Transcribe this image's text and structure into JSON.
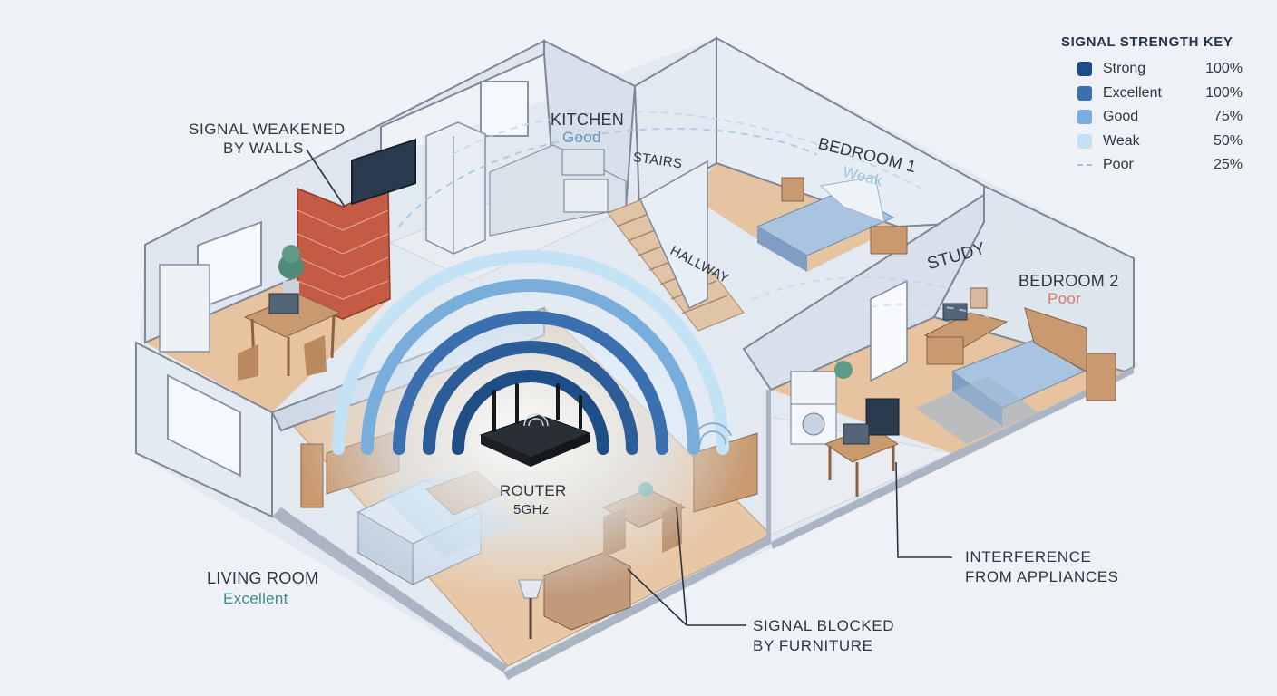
{
  "legend": {
    "title": "SIGNAL STRENGTH KEY",
    "items": [
      {
        "label": "Strong",
        "value": "100%",
        "color": "#1f4e86"
      },
      {
        "label": "Excellent",
        "value": "100%",
        "color": "#3b6fb0"
      },
      {
        "label": "Good",
        "value": "75%",
        "color": "#79aedc"
      },
      {
        "label": "Weak",
        "value": "50%",
        "color": "#c4e2f5"
      },
      {
        "label": "Poor",
        "value": "25%",
        "color": "#9cc3e0"
      }
    ]
  },
  "rooms": {
    "kitchen": {
      "name": "KITCHEN",
      "quality": "Good"
    },
    "bedroom1": {
      "name": "BEDROOM 1",
      "quality": "Weak"
    },
    "bedroom2": {
      "name": "BEDROOM 2",
      "quality": "Poor"
    },
    "living": {
      "name": "LIVING ROOM",
      "quality": "Excellent"
    },
    "stairs": {
      "name": "STAIRS"
    },
    "hallway": {
      "name": "HALLWAY"
    },
    "study": {
      "name": "STUDY"
    }
  },
  "router": {
    "name": "ROUTER",
    "band": "5GHz"
  },
  "callouts": {
    "walls": {
      "line1": "SIGNAL WEAKENED",
      "line2": "BY WALLS"
    },
    "appliances": {
      "line1": "INTERFERENCE",
      "line2": "FROM APPLIANCES"
    },
    "furniture": {
      "line1": "SIGNAL BLOCKED",
      "line2": "BY FURNITURE"
    }
  },
  "colors": {
    "good": "#6f93b6",
    "weak": "#9cc6e0",
    "poor": "#d9776a",
    "excellent": "#3e8a86",
    "wall": "#c55a45"
  }
}
